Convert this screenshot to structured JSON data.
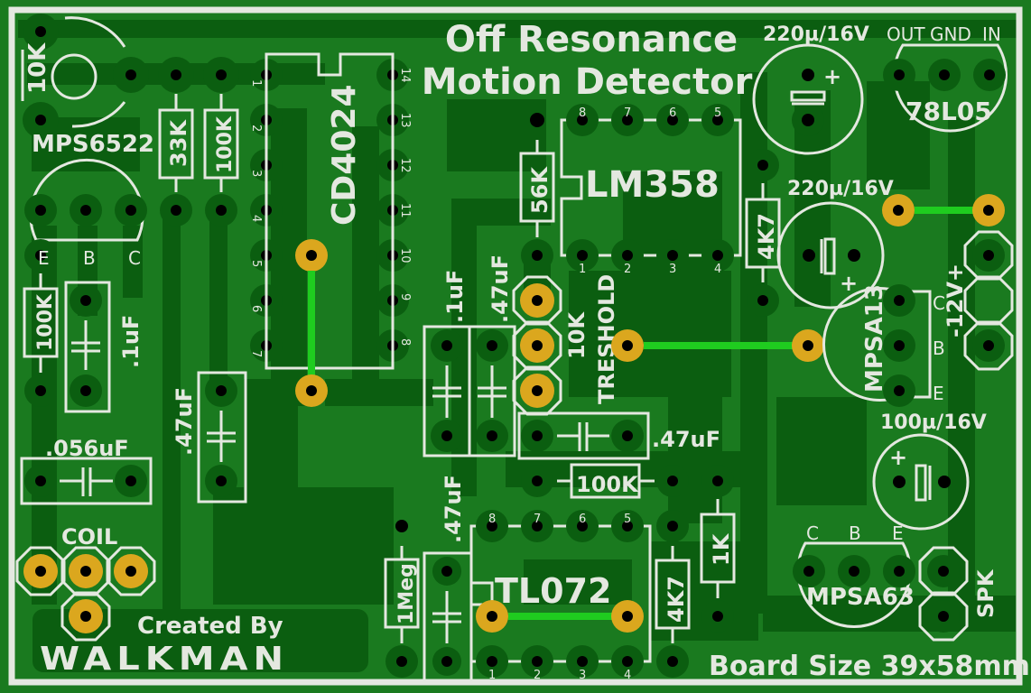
{
  "board": {
    "title_line1": "Off Resonance",
    "title_line2": "Motion Detector",
    "size_label": "Board Size 39x58mm",
    "credit_line1": "Created By",
    "credit_line2": "WALKMAN",
    "colors": {
      "substrate": "#1a7a1f",
      "copper": "#0b5e10",
      "silkscreen": "#e4e8e0",
      "pad_gold": "#dba71e",
      "jumper": "#1fcc1f"
    }
  },
  "components": {
    "pot_10k": "10K",
    "q1": "MPS6522",
    "q1_pins": [
      "E",
      "B",
      "C"
    ],
    "r_33k": "33K",
    "r_100k_top": "100K",
    "ic_counter": "CD4024",
    "ic_counter_pins_left": [
      "1",
      "2",
      "3",
      "4",
      "5",
      "6",
      "7"
    ],
    "ic_counter_pins_right": [
      "14",
      "13",
      "12",
      "11",
      "10",
      "9",
      "8"
    ],
    "r_100k_left": "100K",
    "c_1uf_left": ".1uF",
    "c_056uf": ".056uF",
    "c_47uf_left": ".47uF",
    "coil_label": "COIL",
    "c_1uf_mid": ".1uF",
    "c_47uf_mid": ".47uF",
    "pot_threshold_val": "10K",
    "pot_threshold_label": "TRESHOLD",
    "c_47uf_horiz": ".47uF",
    "r_100k_mid": "100K",
    "r_56k": "56K",
    "ic_opamp1": "LM358",
    "ic_opamp1_pins_top": [
      "8",
      "7",
      "6",
      "5"
    ],
    "ic_opamp1_pins_bottom": [
      "1",
      "2",
      "3",
      "4"
    ],
    "r_4k7_top": "4K7",
    "cap_220_top": "220µ/16V",
    "cap_220_mid": "220µ/16V",
    "reg": "78L05",
    "reg_pins": [
      "OUT",
      "GND",
      "IN"
    ],
    "q2": "MPSA13",
    "q2_pins": [
      "C",
      "B",
      "E"
    ],
    "power_label": "-12V+",
    "cap_100": "100µ/16V",
    "r_1meg": "1Meg",
    "c_47uf_bottom": ".47uF",
    "ic_opamp2": "TL072",
    "ic_opamp2_pins_top": [
      "8",
      "7",
      "6",
      "5"
    ],
    "ic_opamp2_pins_bottom": [
      "1",
      "2",
      "3",
      "4"
    ],
    "r_4k7_bottom": "4K7",
    "r_1k": "1K",
    "q3": "MPSA63",
    "q3_pins": [
      "C",
      "B",
      "E"
    ],
    "spk_label": "SPK",
    "cap_plus": "+"
  }
}
